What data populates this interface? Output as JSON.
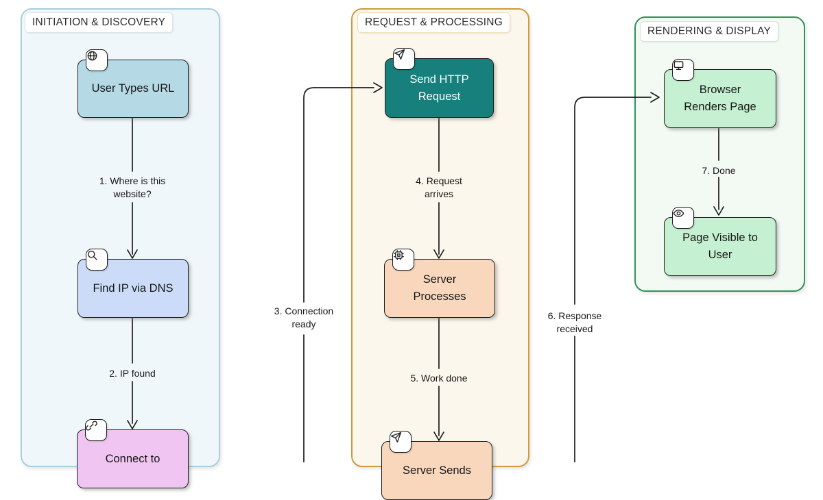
{
  "diagram": {
    "lanes": [
      {
        "title": "INITIATION & DISCOVERY",
        "fill": "#f0f7fa",
        "border_color": "#a9cedd",
        "label_border": "#dde4e8"
      },
      {
        "title": "REQUEST & PROCESSING",
        "fill": "#fbf7ec",
        "border_color": "#cf9b3c",
        "label_border": "#eedfb4"
      },
      {
        "title": "RENDERING & DISPLAY",
        "fill": "#f3faf4",
        "border_color": "#2f9356",
        "label_border": "#cfe7d3"
      }
    ],
    "nodes": [
      {
        "id": "user-types-url",
        "lines": [
          "User Types URL"
        ],
        "icon": "globe-icon",
        "fill": "#b5d9e5"
      },
      {
        "id": "find-ip-via-dns",
        "lines": [
          "Find IP via DNS"
        ],
        "icon": "search-icon",
        "fill": "#ccdcf8"
      },
      {
        "id": "connect-to-server",
        "lines": [
          "Connect to"
        ],
        "icon": "link-icon",
        "fill": "#f1c5f1"
      },
      {
        "id": "send-http-request",
        "lines": [
          "Send HTTP",
          "Request"
        ],
        "icon": "send-icon",
        "fill": "#18807c",
        "text_color": "#ffffff"
      },
      {
        "id": "server-processes",
        "lines": [
          "Server",
          "Processes"
        ],
        "icon": "cpu-icon",
        "fill": "#f8d7bd"
      },
      {
        "id": "server-sends",
        "lines": [
          "Server Sends"
        ],
        "icon": "send-icon",
        "fill": "#f8d7bd"
      },
      {
        "id": "browser-renders-page",
        "lines": [
          "Browser",
          "Renders Page"
        ],
        "icon": "monitor-icon",
        "fill": "#c5f0d1"
      },
      {
        "id": "page-visible-to-user",
        "lines": [
          "Page Visible to",
          "User"
        ],
        "icon": "eye-icon",
        "fill": "#c5f0d1"
      }
    ],
    "edge_labels": [
      {
        "lines": [
          "1. Where is this",
          "website?"
        ]
      },
      {
        "lines": [
          "2. IP found"
        ]
      },
      {
        "lines": [
          "3. Connection",
          "ready"
        ]
      },
      {
        "lines": [
          "4. Request",
          "arrives"
        ]
      },
      {
        "lines": [
          "5. Work done"
        ]
      },
      {
        "lines": [
          "6. Response",
          "received"
        ]
      },
      {
        "lines": [
          "7. Done"
        ]
      }
    ],
    "colors": {
      "connector": "#1c1c1c",
      "node_border": "#1c1c1c",
      "text": "#161616",
      "lane_title_text": "#2e2e2e",
      "background": "#ffffff"
    }
  }
}
